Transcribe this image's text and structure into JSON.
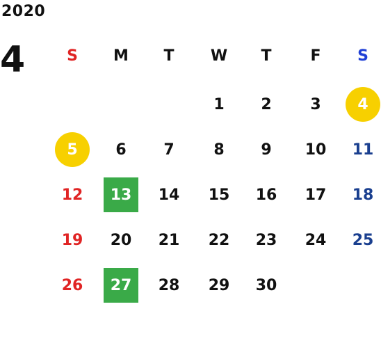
{
  "year": "2020",
  "month": "4",
  "colors": {
    "text": "#111111",
    "sunday": "#e02424",
    "saturday_header": "#1f3fd6",
    "saturday": "#1a3f8f",
    "highlight_circle": "#f7d000",
    "highlight_square": "#3aaa48",
    "highlight_text": "#ffffff"
  },
  "weekdays": [
    "S",
    "M",
    "T",
    "W",
    "T",
    "F",
    "S"
  ],
  "weeks": [
    [
      "",
      "",
      "",
      "1",
      "2",
      "3",
      "4"
    ],
    [
      "5",
      "6",
      "7",
      "8",
      "9",
      "10",
      "11"
    ],
    [
      "12",
      "13",
      "14",
      "15",
      "16",
      "17",
      "18"
    ],
    [
      "19",
      "20",
      "21",
      "22",
      "23",
      "24",
      "25"
    ],
    [
      "26",
      "27",
      "28",
      "29",
      "30",
      "",
      ""
    ]
  ],
  "highlights": {
    "4": "circle",
    "5": "circle",
    "13": "square",
    "27": "square"
  }
}
